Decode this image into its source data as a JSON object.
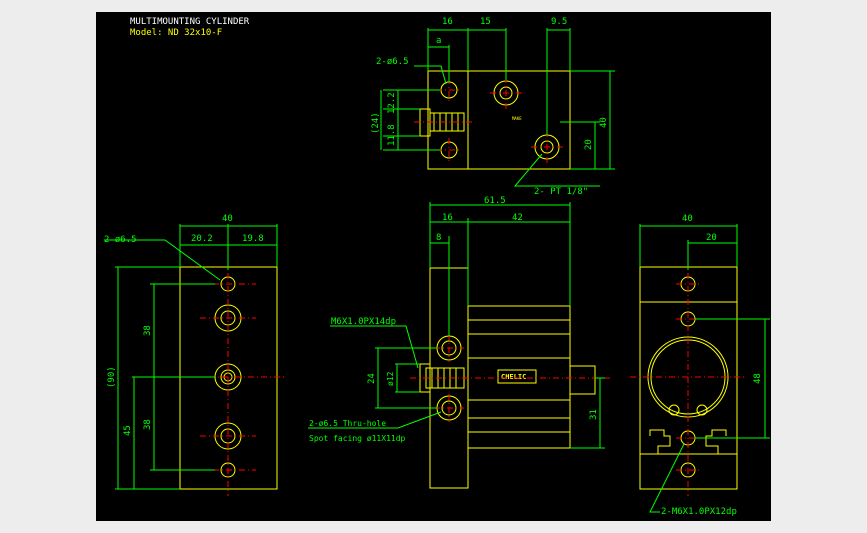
{
  "title": {
    "line1": "MULTIMOUNTING CYLINDER",
    "line2": "Model: ND 32x10-F"
  },
  "top_view": {
    "dim_16": "16",
    "dim_15": "15",
    "dim_9_5": "9.5",
    "dim_a": "a",
    "dim_24": "(24)",
    "dim_12_2": "12.2",
    "dim_11_8": "11.8",
    "dim_40": "40",
    "dim_20": "20",
    "hole_label": "2-ø6.5",
    "port_label": "2- PT 1/8\"",
    "body_mark": "MAKE"
  },
  "left_view": {
    "dim_40": "40",
    "dim_20_2": "20.2",
    "dim_19_8": "19.8",
    "hole_label": "2-ø6.5",
    "dim_90": "(90)",
    "dim_38a": "38",
    "dim_45": "45",
    "dim_38b": "38"
  },
  "front_view": {
    "dim_61_5": "61.5",
    "dim_16": "16",
    "dim_42": "42",
    "dim_8": "8",
    "thread_label": "M6X1.0PX14dp",
    "dim_24": "24",
    "dim_12": "ø12",
    "dim_31": "31",
    "hole_label": "2-ø6.5 Thru-hole",
    "spot_label": "Spot facing  ø11X11dp",
    "brand": "CHELIC"
  },
  "right_view": {
    "dim_40": "40",
    "dim_20": "20",
    "dim_48": "48",
    "tap_label": "2-M6X1.0PX12dp"
  },
  "colors": {
    "background": "#000000",
    "outline": "#ffff00",
    "dimension": "#00ff00",
    "centerline": "#ff0000",
    "title": "#ffffff"
  }
}
